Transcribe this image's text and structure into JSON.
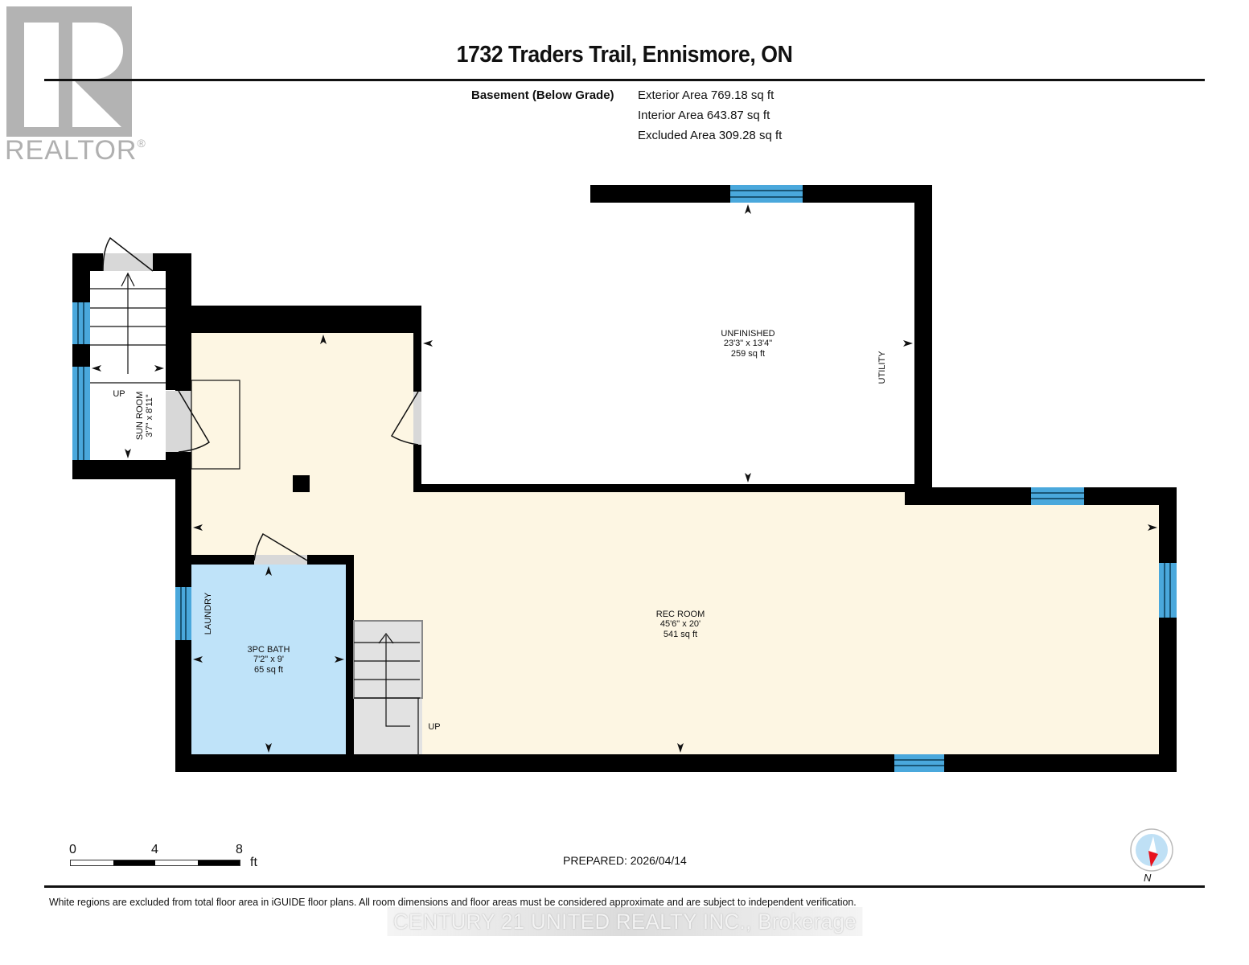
{
  "logo": {
    "wordmark": "REALTOR",
    "registered": "®"
  },
  "header": {
    "address": "1732 Traders Trail, Ennismore, ON",
    "level": "Basement (Below Grade)",
    "areas": [
      "Exterior Area 769.18 sq ft",
      "Interior Area 643.87 sq ft",
      "Excluded Area 309.28 sq ft"
    ]
  },
  "rooms": {
    "unfinished": {
      "name": "UNFINISHED",
      "dims": "23'3\" x 13'4\"",
      "area": "259 sq ft"
    },
    "utility": {
      "name": "UTILITY"
    },
    "sun_room": {
      "name": "SUN ROOM",
      "dims": "3'7\" x 8'11\""
    },
    "rec_room": {
      "name": "REC ROOM",
      "dims": "45'6\" x 20'",
      "area": "541 sq ft"
    },
    "bath": {
      "name": "3PC BATH",
      "dims": "7'2\" x 9'",
      "area": "65 sq ft"
    },
    "laundry": {
      "name": "LAUNDRY"
    },
    "stairs_up_1": "UP",
    "stairs_up_2": "UP"
  },
  "colors": {
    "wall": "#000000",
    "finished_floor": "#fdf6e3",
    "bath_floor": "#bfe3f9",
    "window": "#4aa8dc",
    "door_threshold": "#d8d8d8",
    "stairs_gray": "#e2e2e2"
  },
  "scale": {
    "ticks": [
      "0",
      "4",
      "8"
    ],
    "unit": "ft"
  },
  "prepared": "PREPARED: 2026/04/14",
  "compass": {
    "label": "N"
  },
  "footer": {
    "disclaimer": "White regions are excluded from total floor area in iGUIDE floor plans. All room dimensions and floor areas must be considered approximate and are subject to independent verification.",
    "brokerage": "CENTURY 21 UNITED REALTY INC., Brokerage"
  }
}
